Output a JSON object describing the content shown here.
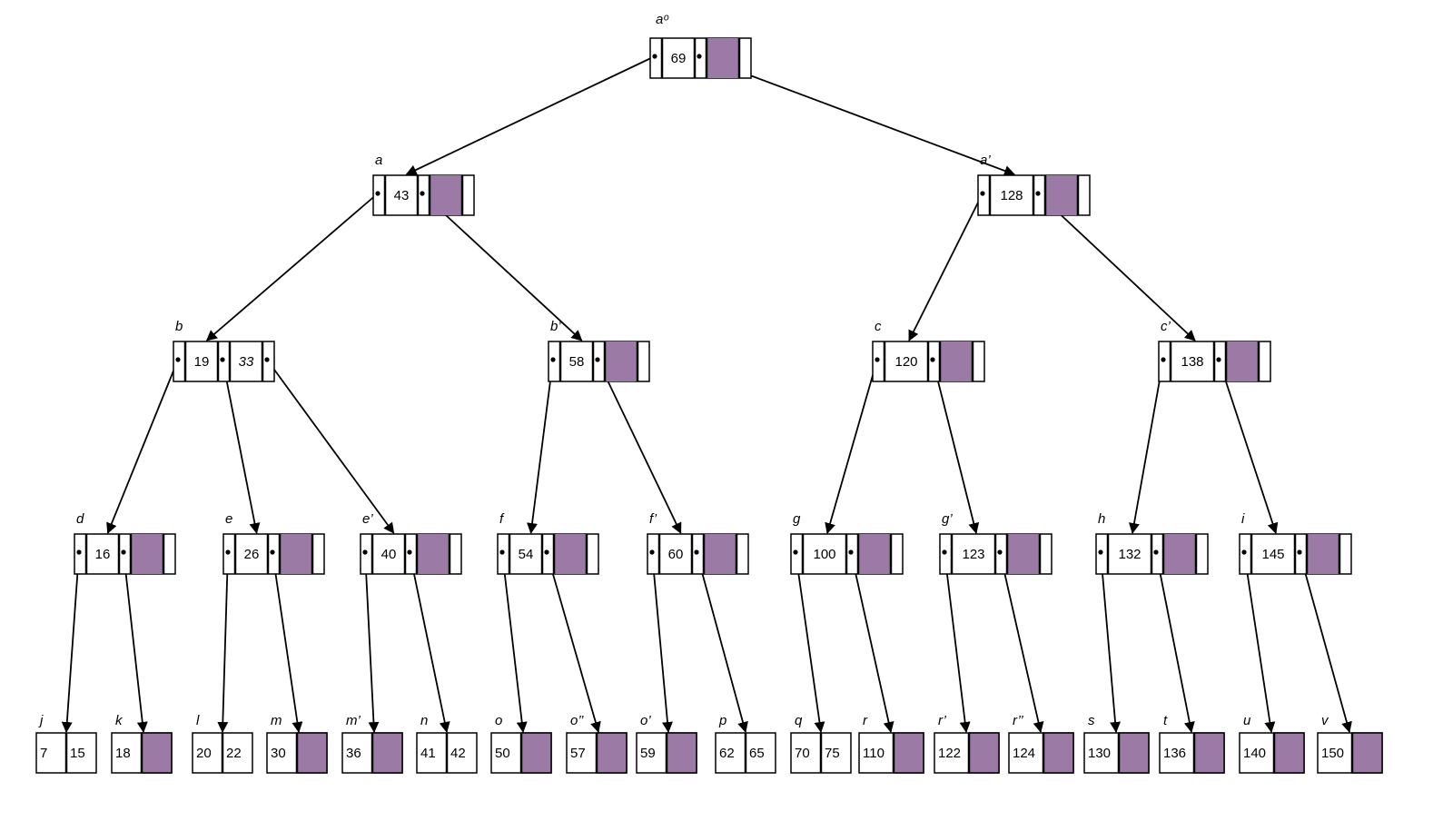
{
  "colors": {
    "empty_slot_fill": "#9b7aa6",
    "line": "#000000",
    "background": "#ffffff"
  },
  "internal_nodes": [
    {
      "id": "ao",
      "label": "aᵒ",
      "keys": [
        "69"
      ]
    },
    {
      "id": "a",
      "label": "a",
      "keys": [
        "43"
      ]
    },
    {
      "id": "ap",
      "label": "a’",
      "keys": [
        "128"
      ]
    },
    {
      "id": "b",
      "label": "b",
      "keys": [
        "19",
        "33"
      ]
    },
    {
      "id": "bp",
      "label": "b’",
      "keys": [
        "58"
      ]
    },
    {
      "id": "c",
      "label": "c",
      "keys": [
        "120"
      ]
    },
    {
      "id": "cp",
      "label": "c’",
      "keys": [
        "138"
      ]
    },
    {
      "id": "d",
      "label": "d",
      "keys": [
        "16"
      ]
    },
    {
      "id": "e",
      "label": "e",
      "keys": [
        "26"
      ]
    },
    {
      "id": "ep",
      "label": "e’",
      "keys": [
        "40"
      ]
    },
    {
      "id": "f",
      "label": "f",
      "keys": [
        "54"
      ]
    },
    {
      "id": "fp",
      "label": "f’",
      "keys": [
        "60"
      ]
    },
    {
      "id": "g",
      "label": "g",
      "keys": [
        "100"
      ]
    },
    {
      "id": "gp",
      "label": "g’",
      "keys": [
        "123"
      ]
    },
    {
      "id": "h",
      "label": "h",
      "keys": [
        "132"
      ]
    },
    {
      "id": "i",
      "label": "i",
      "keys": [
        "145"
      ]
    }
  ],
  "leaf_nodes": [
    {
      "id": "j",
      "label": "j",
      "keys": [
        "7",
        "15"
      ]
    },
    {
      "id": "k",
      "label": "k",
      "keys": [
        "18"
      ]
    },
    {
      "id": "l",
      "label": "l",
      "keys": [
        "20",
        "22"
      ]
    },
    {
      "id": "m",
      "label": "m",
      "keys": [
        "30"
      ]
    },
    {
      "id": "mp",
      "label": "m’",
      "keys": [
        "36"
      ]
    },
    {
      "id": "n",
      "label": "n",
      "keys": [
        "41",
        "42"
      ]
    },
    {
      "id": "o",
      "label": "o",
      "keys": [
        "50"
      ]
    },
    {
      "id": "opp",
      "label": "o’’",
      "keys": [
        "57"
      ]
    },
    {
      "id": "op",
      "label": "o’",
      "keys": [
        "59"
      ]
    },
    {
      "id": "p",
      "label": "p",
      "keys": [
        "62",
        "65"
      ]
    },
    {
      "id": "q",
      "label": "q",
      "keys": [
        "70",
        "75"
      ]
    },
    {
      "id": "r",
      "label": "r",
      "keys": [
        "110"
      ]
    },
    {
      "id": "rp",
      "label": "r’",
      "keys": [
        "122"
      ]
    },
    {
      "id": "rpp",
      "label": "r’’",
      "keys": [
        "124"
      ]
    },
    {
      "id": "s",
      "label": "s",
      "keys": [
        "130"
      ]
    },
    {
      "id": "t",
      "label": "t",
      "keys": [
        "136"
      ]
    },
    {
      "id": "u",
      "label": "u",
      "keys": [
        "140"
      ]
    },
    {
      "id": "v",
      "label": "v",
      "keys": [
        "150"
      ]
    }
  ],
  "edges": [
    [
      "ao",
      "a"
    ],
    [
      "ao",
      "ap"
    ],
    [
      "a",
      "b"
    ],
    [
      "a",
      "bp"
    ],
    [
      "ap",
      "c"
    ],
    [
      "ap",
      "cp"
    ],
    [
      "b",
      "d"
    ],
    [
      "b",
      "e"
    ],
    [
      "b",
      "ep"
    ],
    [
      "bp",
      "f"
    ],
    [
      "bp",
      "fp"
    ],
    [
      "c",
      "g"
    ],
    [
      "c",
      "gp"
    ],
    [
      "cp",
      "h"
    ],
    [
      "cp",
      "i"
    ],
    [
      "d",
      "j"
    ],
    [
      "d",
      "k"
    ],
    [
      "e",
      "l"
    ],
    [
      "e",
      "m"
    ],
    [
      "ep",
      "mp"
    ],
    [
      "ep",
      "n"
    ],
    [
      "f",
      "o"
    ],
    [
      "f",
      "opp"
    ],
    [
      "fp",
      "op"
    ],
    [
      "fp",
      "p"
    ],
    [
      "g",
      "q"
    ],
    [
      "g",
      "r"
    ],
    [
      "gp",
      "rp"
    ],
    [
      "gp",
      "rpp"
    ],
    [
      "h",
      "s"
    ],
    [
      "h",
      "t"
    ],
    [
      "i",
      "u"
    ],
    [
      "i",
      "v"
    ]
  ]
}
